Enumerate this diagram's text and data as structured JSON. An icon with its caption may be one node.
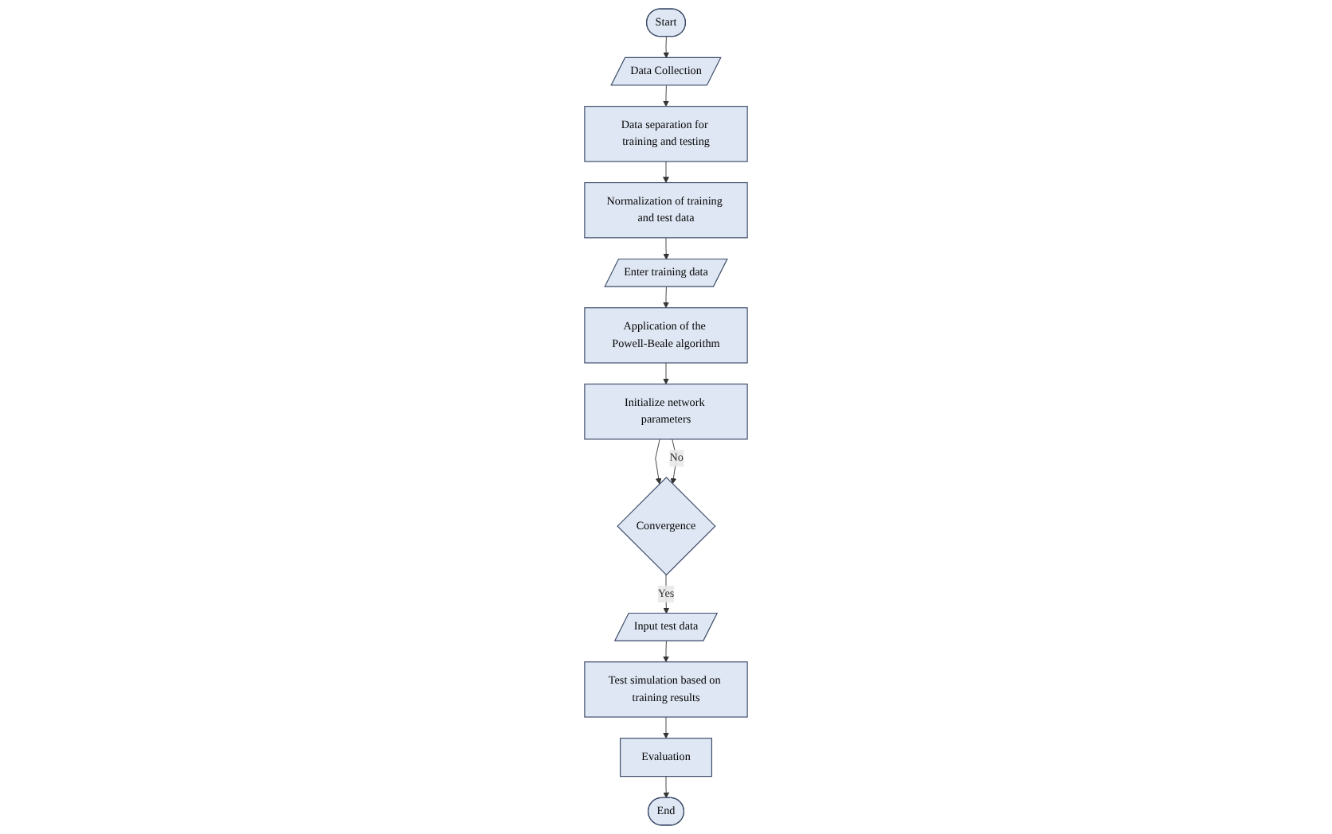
{
  "diagram": {
    "nodes": [
      {
        "text": [
          "Start"
        ]
      },
      {
        "text": [
          "Data Collection"
        ]
      },
      {
        "text": [
          "Data separation for training and testing"
        ]
      },
      {
        "text": [
          "Normalization of training and test data"
        ]
      },
      {
        "text": [
          "Enter training data"
        ]
      },
      {
        "text": [
          "Application of the Powell-Beale algorithm"
        ]
      },
      {
        "text": [
          "Initialize network parameters"
        ]
      },
      {
        "text": [
          "Convergence"
        ]
      },
      {
        "text": [
          "Input test data"
        ]
      },
      {
        "text": [
          "Test simulation based on training results"
        ]
      },
      {
        "text": [
          "Evaluation"
        ]
      },
      {
        "text": [
          "End"
        ]
      }
    ],
    "edges": [
      {
        "from": 0,
        "to": 1,
        "arrow": "to"
      },
      {
        "from": 1,
        "to": 2,
        "arrow": "to"
      },
      {
        "from": 2,
        "to": 3,
        "arrow": "to"
      },
      {
        "from": 3,
        "to": 4,
        "arrow": "to"
      },
      {
        "from": 4,
        "to": 5,
        "arrow": "to"
      },
      {
        "from": 5,
        "to": 6,
        "arrow": "to"
      },
      {
        "from": 6,
        "to": 7,
        "arrow": "to"
      },
      {
        "from": 6,
        "to": 7,
        "arrow": "to",
        "label": "No"
      },
      {
        "from": 7,
        "to": 8,
        "arrow": "to",
        "label": "Yes"
      },
      {
        "from": 8,
        "to": 9,
        "arrow": "to"
      },
      {
        "from": 9,
        "to": 10,
        "arrow": "to"
      },
      {
        "from": 10,
        "to": 11,
        "arrow": "to"
      }
    ]
  }
}
